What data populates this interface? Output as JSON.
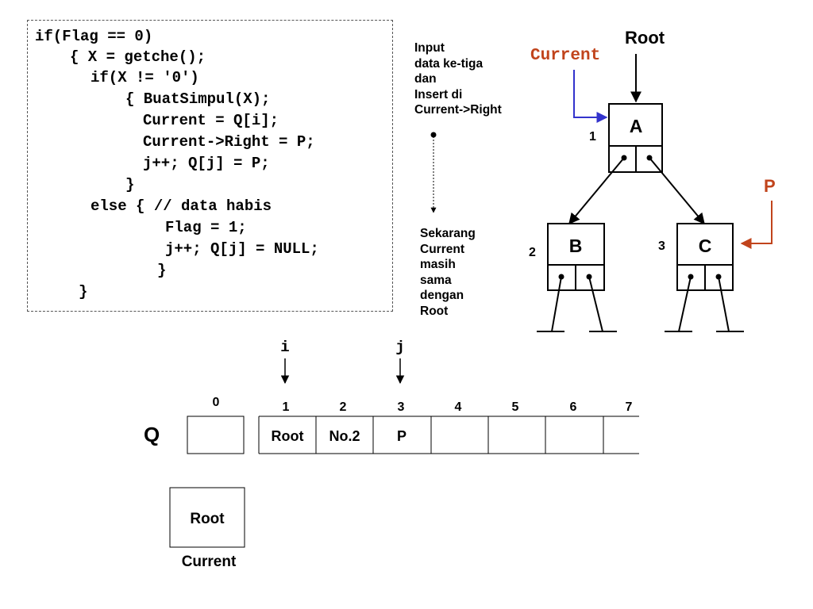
{
  "code": {
    "lines": [
      "if(Flag == 0)",
      "{ X = getche();",
      "if(X != '0')",
      "{ BuatSimpul(X);",
      "Current = Q[i];",
      "Current->Right = P;",
      "j++; Q[j] = P;",
      "}",
      "else { // data habis",
      "Flag = 1;",
      "j++; Q[j] = NULL;",
      "}",
      "}"
    ]
  },
  "notes": {
    "top": [
      "Input",
      "data ke-tiga",
      "dan",
      "Insert di",
      "Current->Right"
    ],
    "bottom": [
      "Sekarang",
      "Current",
      "masih",
      "sama",
      "dengan",
      "Root"
    ]
  },
  "tree": {
    "root_label": "Root",
    "current_label": "Current",
    "p_label": "P",
    "nodes": [
      {
        "id": "A",
        "number": "1"
      },
      {
        "id": "B",
        "number": "2"
      },
      {
        "id": "C",
        "number": "3"
      }
    ]
  },
  "queue": {
    "name": "Q",
    "i_label": "i",
    "j_label": "j",
    "indices": [
      "0",
      "1",
      "2",
      "3",
      "4",
      "5",
      "6",
      "7"
    ],
    "cells": [
      "",
      "Root",
      "No.2",
      "P",
      "",
      "",
      "",
      ""
    ]
  },
  "current_var": {
    "value": "Root",
    "label": "Current"
  },
  "colors": {
    "accent_red": "#c1441c",
    "accent_blue": "#3333cc"
  }
}
